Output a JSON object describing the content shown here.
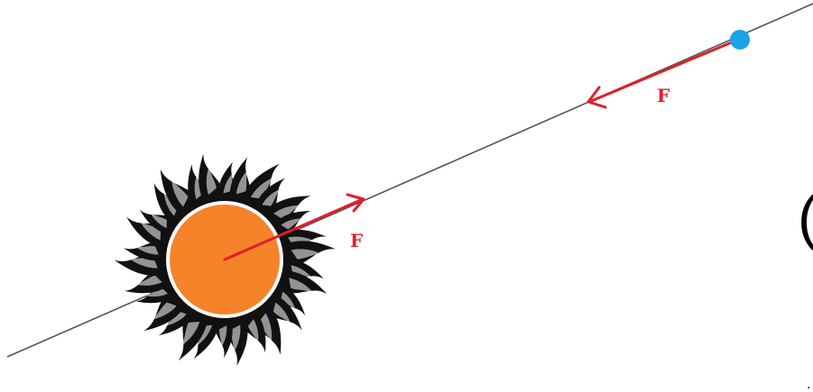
{
  "diagram": {
    "labels": {
      "force_near_planet": "F",
      "force_near_sun": "F"
    },
    "edge_glyphs": {
      "paren": "(",
      "bottom_mark": "."
    },
    "colors": {
      "line": "#555555",
      "force": "#e0202a",
      "sun_core": "#f5832a",
      "sun_rays": "#111111",
      "planet": "#1aa3e8"
    },
    "icons": {
      "sun": "sun-icon",
      "planet": "planet-dot"
    }
  }
}
